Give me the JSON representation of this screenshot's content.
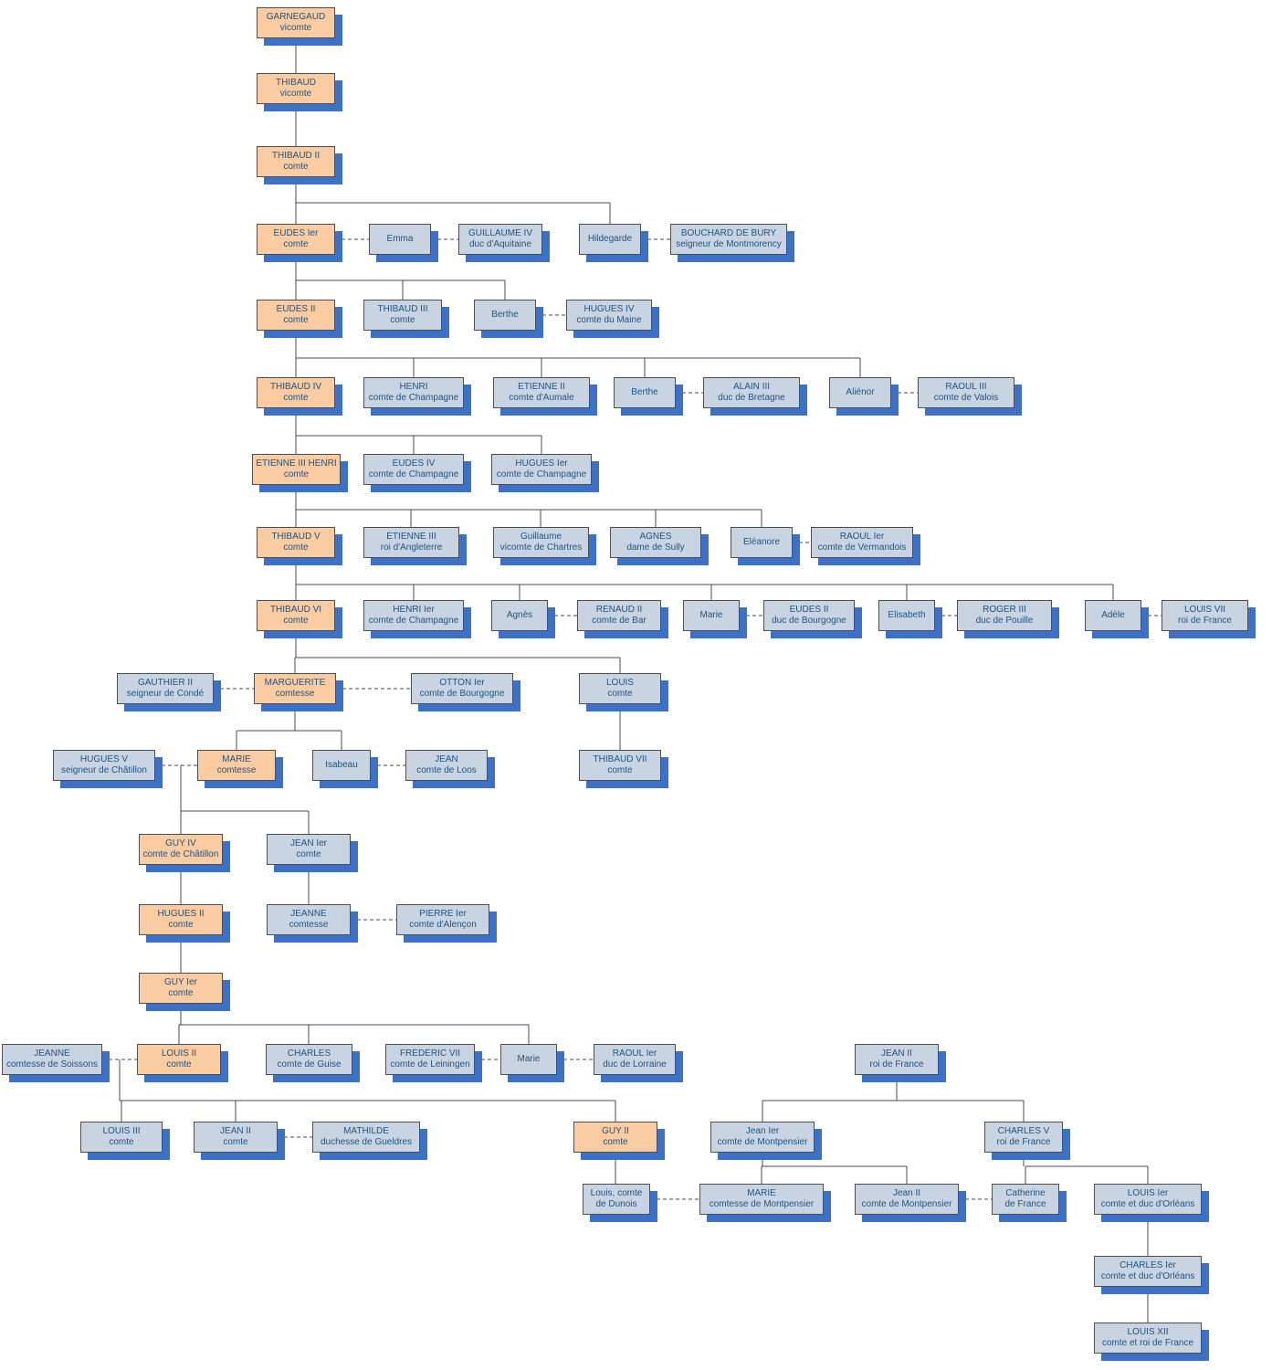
{
  "colors": {
    "highlight_fill": "#FBCBA1",
    "default_fill": "#C8D4E2",
    "shadow": "#3C71C8",
    "text": "#1F5380"
  },
  "nodes": {
    "garnegaud": {
      "name": "GARNEGAUD",
      "title": "vicomte"
    },
    "thibaud": {
      "name": "THIBAUD",
      "title": "vicomte"
    },
    "thibaud2": {
      "name": "THIBAUD II",
      "title": "comte"
    },
    "eudes1": {
      "name": "EUDES Ier",
      "title": "comte"
    },
    "emma": {
      "name": "Emma"
    },
    "guillaume4": {
      "name": "GUILLAUME IV",
      "title": "duc d'Aquitaine"
    },
    "hildegarde": {
      "name": "Hildegarde"
    },
    "bouchard": {
      "name": "BOUCHARD DE BURY",
      "title": "seigneur de Montmorency"
    },
    "eudes2": {
      "name": "EUDES II",
      "title": "comte"
    },
    "thibaud3": {
      "name": "THIBAUD III",
      "title": "comte"
    },
    "berthe1": {
      "name": "Berthe"
    },
    "hugues4": {
      "name": "HUGUES IV",
      "title": "comte du Maine"
    },
    "thibaud4": {
      "name": "THIBAUD IV",
      "title": "comte"
    },
    "henri": {
      "name": "HENRI",
      "title": "comte de Champagne"
    },
    "etienne2": {
      "name": "ETIENNE II",
      "title": "comte d'Aumale"
    },
    "berthe2": {
      "name": "Berthe"
    },
    "alain3": {
      "name": "ALAIN III",
      "title": "duc de Bretagne"
    },
    "alienor": {
      "name": "Aliénor"
    },
    "raoul3": {
      "name": "RAOUL III",
      "title": "comte de Valois"
    },
    "etienne3henri": {
      "name": "ETIENNE III HENRI",
      "title": "comte"
    },
    "eudes4": {
      "name": "EUDES IV",
      "title": "comte de Champagne"
    },
    "hugues1": {
      "name": "HUGUES Ier",
      "title": "comte de Champagne"
    },
    "thibaud5": {
      "name": "THIBAUD V",
      "title": "comte"
    },
    "etienne3": {
      "name": "ÉTIENNE III",
      "title": "roi d'Angleterre"
    },
    "guillaume": {
      "name": "Guillaume",
      "title": "vicomte de Chartres"
    },
    "agnes_sully": {
      "name": "AGNÈS",
      "title": "dame de Sully"
    },
    "eleanore": {
      "name": "Eléanore"
    },
    "raoul1_vermandois": {
      "name": "RAOUL Ier",
      "title": "comte de Vermandois"
    },
    "thibaud6": {
      "name": "THIBAUD VI",
      "title": "comte"
    },
    "henri1": {
      "name": "HENRI Ier",
      "title": "comte de Champagne"
    },
    "agnes": {
      "name": "Agnès"
    },
    "renaud2": {
      "name": "RENAUD II",
      "title": "comte de Bar"
    },
    "marie1": {
      "name": "Marie"
    },
    "eudes2b": {
      "name": "EUDES II",
      "title": "duc de Bourgogne"
    },
    "elisabeth": {
      "name": "Elisabeth"
    },
    "roger3": {
      "name": "ROGER III",
      "title": "duc de Pouille"
    },
    "adele": {
      "name": "Adèle"
    },
    "louis7": {
      "name": "LOUIS VII",
      "title": "roi de France"
    },
    "gauthier2": {
      "name": "GAUTHIER II",
      "title": "seigneur de Condé"
    },
    "marguerite": {
      "name": "MARGUERITE",
      "title": "comtesse"
    },
    "otton1": {
      "name": "OTTON Ier",
      "title": "comte de Bourgogne"
    },
    "louis_c": {
      "name": "LOUIS",
      "title": "comte"
    },
    "hugues5": {
      "name": "HUGUES V",
      "title": "seigneur de Châtillon"
    },
    "marie_c": {
      "name": "MARIE",
      "title": "comtesse"
    },
    "isabeau": {
      "name": "Isabeau"
    },
    "jean_loos": {
      "name": "JEAN",
      "title": "comte de Loos"
    },
    "thibaud7": {
      "name": "THIBAUD VII",
      "title": "comte"
    },
    "guy4": {
      "name": "GUY IV",
      "title": "comte de Châtillon"
    },
    "jean1c": {
      "name": "JEAN Ier",
      "title": "comte"
    },
    "hugues2": {
      "name": "HUGUES II",
      "title": "comte"
    },
    "jeanne_c": {
      "name": "JEANNE",
      "title": "comtesse"
    },
    "pierre1": {
      "name": "PIERRE Ier",
      "title": "comte d'Alençon"
    },
    "guy1": {
      "name": "GUY Ier",
      "title": "comte"
    },
    "jeanne_s": {
      "name": "JEANNE",
      "title": "comtesse de Soissons"
    },
    "louis2": {
      "name": "LOUIS II",
      "title": "comte"
    },
    "charles_g": {
      "name": "CHARLES",
      "title": "comte de Guise"
    },
    "frederic7": {
      "name": "FRÉDÉRIC VII",
      "title": "comte de Leiningen"
    },
    "marie2": {
      "name": "Marie"
    },
    "raoul1_l": {
      "name": "RAOUL Ier",
      "title": "duc de Lorraine"
    },
    "jean2_f": {
      "name": "JEAN II",
      "title": "roi de France"
    },
    "louis3": {
      "name": "LOUIS III",
      "title": "comte"
    },
    "jean2_c": {
      "name": "JEAN II",
      "title": "comte"
    },
    "mathilde": {
      "name": "MATHILDE",
      "title": "duchesse de Gueldres"
    },
    "guy2": {
      "name": "GUY II",
      "title": "comte"
    },
    "jean1_m": {
      "name": "Jean Ier",
      "title": "comte de Montpensier"
    },
    "charles5": {
      "name": "CHARLES V",
      "title": "roi de France"
    },
    "louis_d": {
      "name": "Louis, comte",
      "title": "de Dunois"
    },
    "marie_m": {
      "name": "MARIE",
      "title": "comtesse de Montpensier"
    },
    "jean2_m": {
      "name": "Jean II",
      "title": "comte de Montpensier"
    },
    "catherine": {
      "name": "Catherine",
      "title": "de France"
    },
    "louis1_o": {
      "name": "LOUIS Ier",
      "title": "comte et duc d'Orléans"
    },
    "charles1_o": {
      "name": "CHARLES Ier",
      "title": "comte et duc d'Orléans"
    },
    "louis12": {
      "name": "LOUIS XII",
      "title": "comte et roi de France"
    }
  }
}
